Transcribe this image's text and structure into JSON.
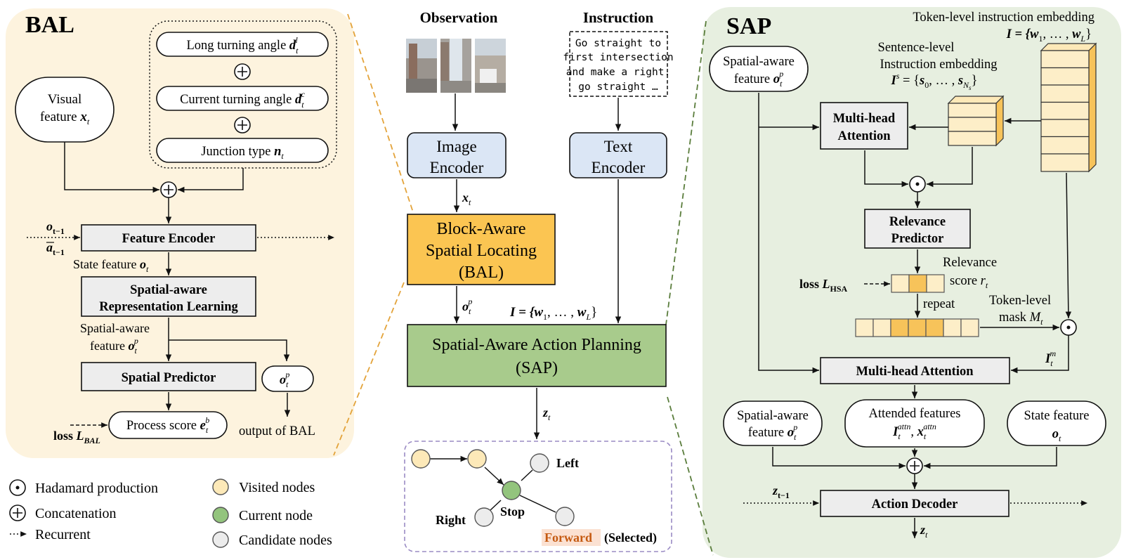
{
  "bal": {
    "title": "BAL",
    "long_turning": "Long turning angle",
    "current_turning": "Current turning angle",
    "junction_type": "Junction type",
    "visual_feature_l1": "Visual",
    "visual_feature_l2": "feature",
    "o_prev": "o",
    "o_prev_sub": "t−1",
    "a_prev": "a",
    "a_prev_sub": "t−1",
    "feature_encoder": "Feature Encoder",
    "state_feature": "State feature",
    "sarl_l1": "Spatial-aware",
    "sarl_l2": "Representation Learning",
    "spatial_aware_l1": "Spatial-aware",
    "spatial_aware_l2": "feature",
    "spatial_predictor": "Spatial Predictor",
    "process_score": "Process score",
    "loss_label": "loss",
    "loss_sym": "L",
    "loss_sub": "BAL",
    "output": "output of BAL"
  },
  "center": {
    "observation": "Observation",
    "instruction": "Instruction",
    "instruction_text": [
      "Go straight to",
      "first intersection",
      "and make a right.",
      "go straight …"
    ],
    "image_encoder_l1": "Image",
    "image_encoder_l2": "Encoder",
    "text_encoder_l1": "Text",
    "text_encoder_l2": "Encoder",
    "bal_l1": "Block-Aware",
    "bal_l2": "Spatial Locating",
    "bal_l3": "(BAL)",
    "sap_l1": "Spatial-Aware Action Planning",
    "sap_l2": "(SAP)",
    "i_eq_prefix": "I = {",
    "i_eq_suffix": "}",
    "left": "Left",
    "right": "Right",
    "stop": "Stop",
    "forward": "Forward",
    "selected": "(Selected)"
  },
  "sap": {
    "title": "SAP",
    "token_embed": "Token-level instruction embedding",
    "sentence_l1": "Sentence-level",
    "sentence_l2": "Instruction embedding",
    "spatial_l1": "Spatial-aware",
    "spatial_l2": "feature",
    "mha1_l1": "Multi-head",
    "mha1_l2": "Attention",
    "relevance_l1": "Relevance",
    "relevance_l2": "Predictor",
    "relevance_score_l1": "Relevance",
    "relevance_score_l2": "score",
    "loss_label": "loss",
    "loss_sub": "HSA",
    "repeat": "repeat",
    "token_mask_l1": "Token-level",
    "token_mask_l2": "mask",
    "mha2": "Multi-head Attention",
    "spatial2_l1": "Spatial-aware",
    "spatial2_l2": "feature",
    "attended_l1": "Attended features",
    "state_l1": "State feature",
    "action_decoder": "Action Decoder"
  },
  "legend": {
    "hadamard": "Hadamard production",
    "concat": "Concatenation",
    "recurrent": "Recurrent",
    "visited": "Visited nodes",
    "current": "Current node",
    "candidate": "Candidate nodes"
  },
  "colors": {
    "bal_panel": "#fdf3de",
    "sap_panel": "#e7efe0",
    "encoder": "#dbe6f5",
    "bal_box": "#fbc552",
    "sap_box": "#a8cb8c",
    "module_box": "#ededed",
    "visited": "#fde9b8",
    "current": "#93c47d",
    "candidate": "#ececec",
    "cell_light": "#fdeec8",
    "cell_dark": "#f7c35a",
    "forward": "#c55a11"
  }
}
